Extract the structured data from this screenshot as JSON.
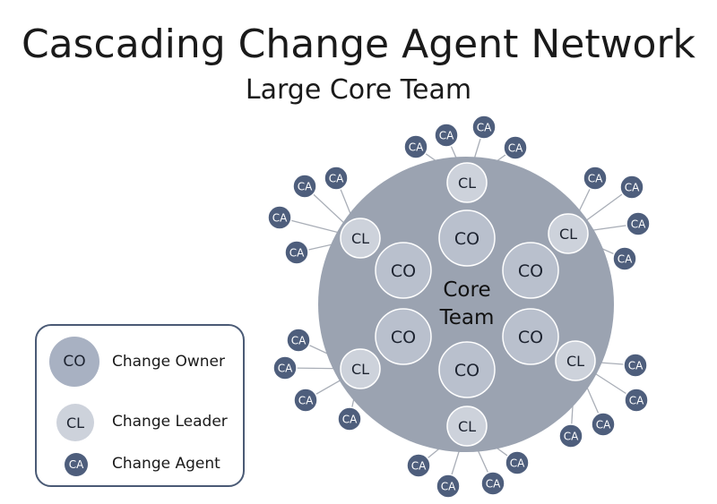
{
  "title": "Cascading Change Agent Network",
  "subtitle": "Large Core Team",
  "core": {
    "line1": "Core",
    "line2": "Team"
  },
  "labels": {
    "owner": "CO",
    "leader": "CL",
    "agent": "CA"
  },
  "legend": {
    "items": [
      {
        "abbr": "CO",
        "text": "Change Owner"
      },
      {
        "abbr": "CL",
        "text": "Change Leader"
      },
      {
        "abbr": "CA",
        "text": "Change Agent"
      }
    ]
  },
  "colors": {
    "core_fill": "#9ba3b1",
    "owner_fill": "#b9c0cd",
    "leader_fill": "#cdd2db",
    "agent_fill": "#4e5e7c",
    "line": "#a9aeb7",
    "legend_border": "#4a5a75"
  }
}
